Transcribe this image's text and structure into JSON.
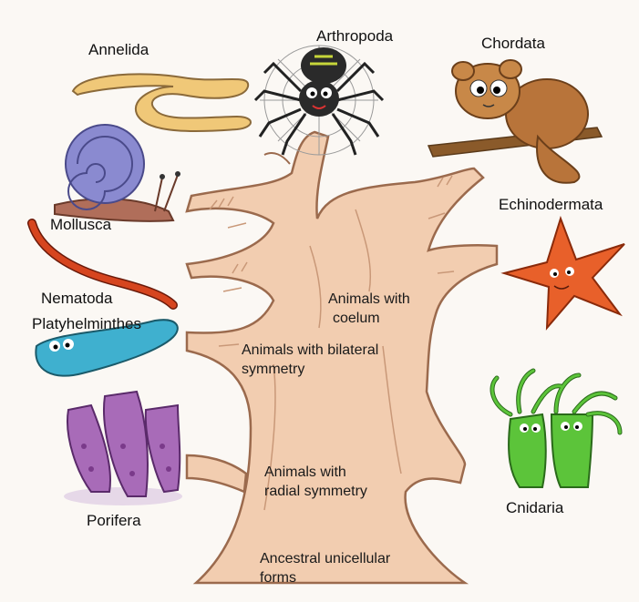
{
  "labels": {
    "annelida": "Annelida",
    "arthropoda": "Arthropoda",
    "chordata": "Chordata",
    "mollusca": "Mollusca",
    "echinodermata": "Echinodermata",
    "nematoda": "Nematoda",
    "platyhelminthes": "Platyhelminthes",
    "porifera": "Porifera",
    "cnidaria": "Cnidaria"
  },
  "tree_labels": {
    "coelum_1": "Animals with",
    "coelum_2": "coelum",
    "bilateral_1": "Animals with bilateral",
    "bilateral_2": "symmetry",
    "radial_1": "Animals with",
    "radial_2": "radial symmetry",
    "ancestral_1": "Ancestral unicellular",
    "ancestral_2": "forms"
  },
  "colors": {
    "tree": "#f2cdb0",
    "tree_outline": "#9b6a4d",
    "annelida": "#f0c878",
    "spider": "#2a2a2a",
    "chordata": "#b8743a",
    "mollusca_shell": "#8a8ad0",
    "nematoda": "#d6451f",
    "echinodermata": "#e8602a",
    "platyhelminthes": "#3fb0cf",
    "porifera": "#a86bb8",
    "cnidaria": "#5cc43a"
  }
}
